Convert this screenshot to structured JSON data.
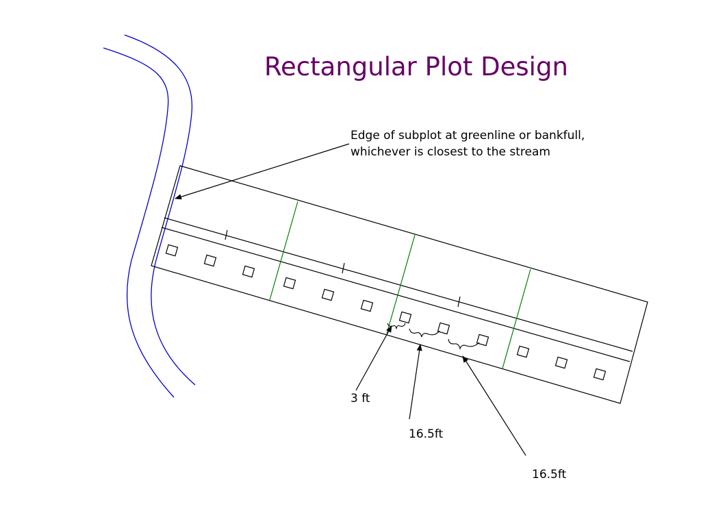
{
  "title": "Rectangular Plot Design",
  "labels": {
    "edge_note_line1": "Edge of subplot at greenline or bankfull,",
    "edge_note_line2": "whichever is closest to the stream",
    "spacing_3ft": "3 ft",
    "spacing_16_5ft_a": "16.5ft",
    "spacing_16_5ft_b": "16.5ft"
  },
  "colors": {
    "title": "#660066",
    "stream": "#0000cc",
    "subplot_divider": "#008000",
    "outline": "#000000"
  }
}
